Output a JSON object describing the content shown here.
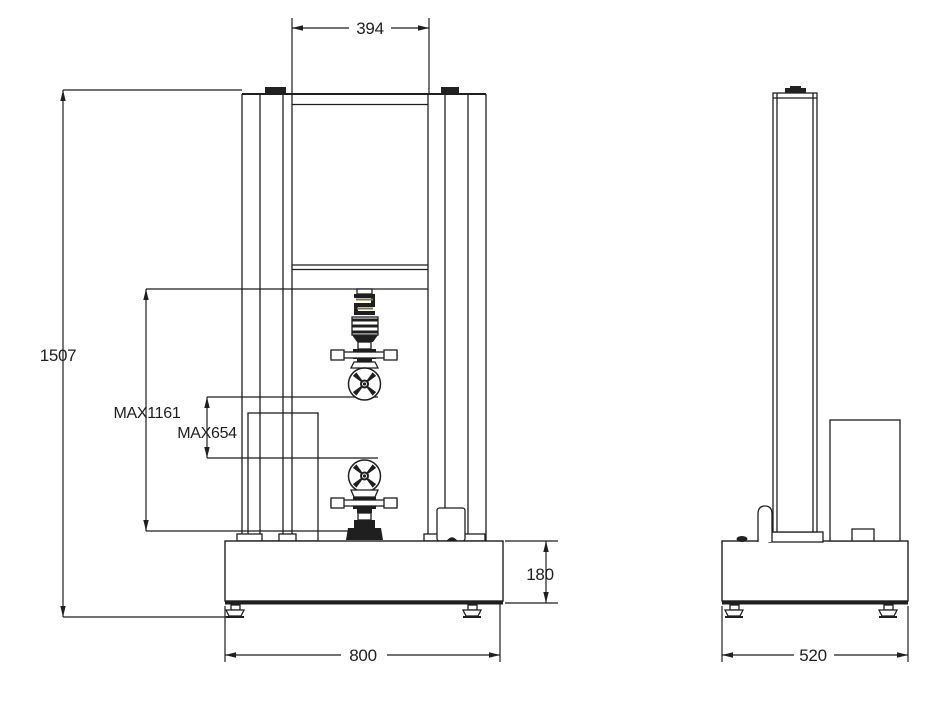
{
  "page": {
    "background": "#ffffff"
  },
  "drawing": {
    "type": "engineering-drawing",
    "subject": "universal testing machine, front and side orthographic views",
    "line_color": "#1f1f1f",
    "accent_color": "#7b7b45",
    "front_view": {
      "dim_crosshead_width": "394",
      "dim_total_height": "1507",
      "dim_max_test_space": "MAX1161",
      "dim_max_grip_space": "MAX654",
      "dim_base_height": "180",
      "dim_base_width": "800"
    },
    "side_view": {
      "dim_base_depth": "520"
    }
  }
}
